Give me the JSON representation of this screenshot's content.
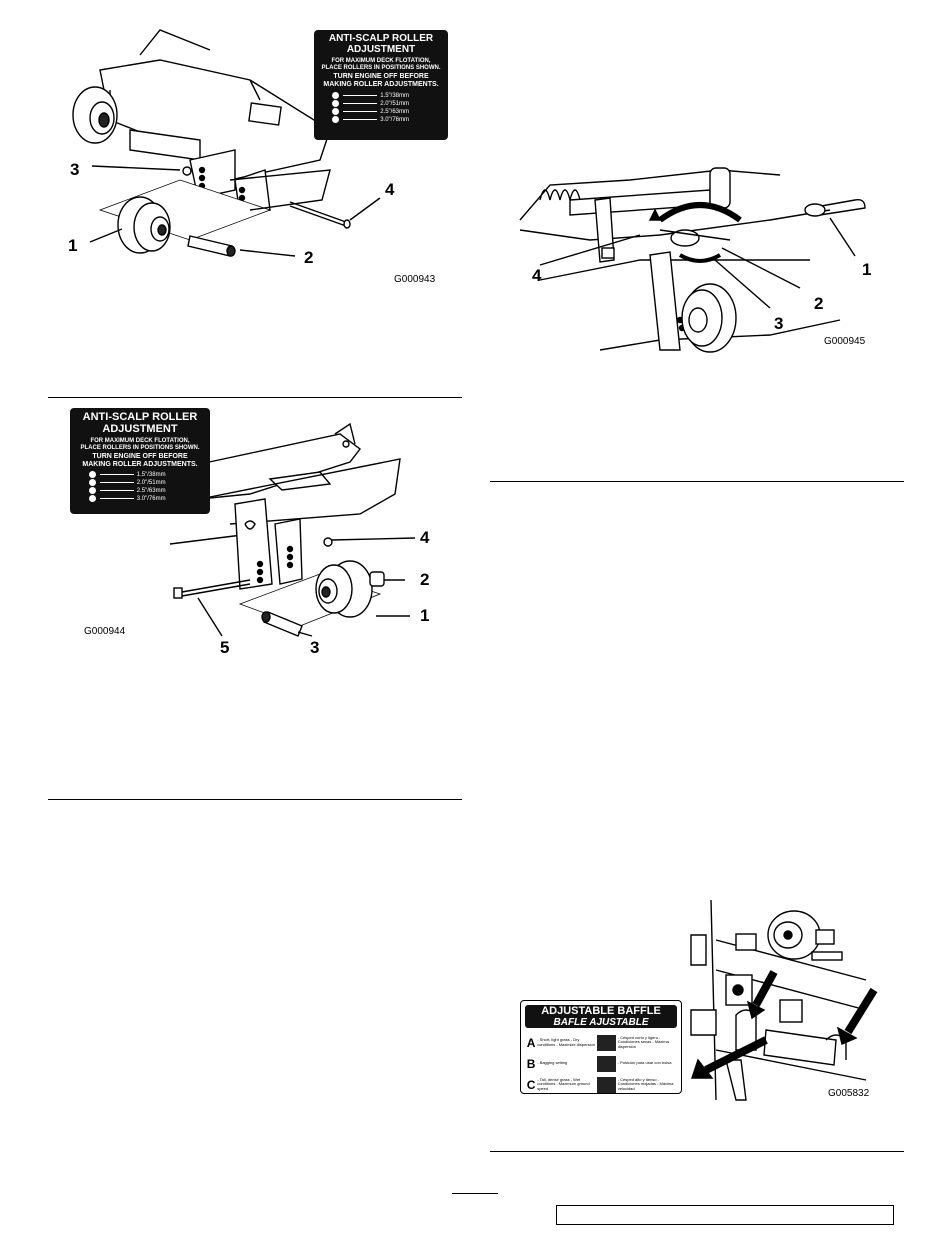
{
  "figure1": {
    "decal": {
      "title_line1": "ANTI-SCALP ROLLER",
      "title_line2": "ADJUSTMENT",
      "line1": "FOR MAXIMUM DECK FLOTATION,",
      "line2": "PLACE ROLLERS IN POSITIONS SHOWN.",
      "line3": "TURN ENGINE OFF BEFORE",
      "line4": "MAKING ROLLER ADJUSTMENTS.",
      "options": [
        "1.5\"/38mm",
        "2.0\"/51mm",
        "2.5\"/63mm",
        "3.0\"/76mm"
      ]
    },
    "callouts": [
      "1",
      "2",
      "3",
      "4"
    ],
    "id": "G000943"
  },
  "figure2": {
    "decal": {
      "title_line1": "ANTI-SCALP ROLLER",
      "title_line2": "ADJUSTMENT",
      "line1": "FOR MAXIMUM DECK FLOTATION,",
      "line2": "PLACE ROLLERS IN POSITIONS SHOWN.",
      "line3": "TURN ENGINE OFF BEFORE",
      "line4": "MAKING ROLLER ADJUSTMENTS.",
      "options": [
        "1.5\"/38mm",
        "2.0\"/51mm",
        "2.5\"/63mm",
        "3.0\"/76mm"
      ]
    },
    "callouts": [
      "1",
      "2",
      "3",
      "4",
      "5"
    ],
    "id": "G000944"
  },
  "figure3": {
    "callouts": [
      "1",
      "2",
      "3",
      "4"
    ],
    "id": "G000945"
  },
  "figure4": {
    "decal": {
      "title": "ADJUSTABLE BAFFLE",
      "subtitle": "BAFLE AJUSTABLE",
      "rows": [
        {
          "letter": "A",
          "left": "- Short, light grass - Dry conditions - Maximize dispersion",
          "right": "- Césped corto y ligero - Condiciones secas - Máxima dispersión"
        },
        {
          "letter": "B",
          "left": "- Bagging setting",
          "right": "- Posición para usar con bolsa"
        },
        {
          "letter": "C",
          "left": "- Tall, dense grass - Wet conditions - Maximum ground speed",
          "right": "- Césped alto y denso - Condiciones mojadas - Máxima velocidad"
        }
      ]
    },
    "id": "G005832"
  }
}
